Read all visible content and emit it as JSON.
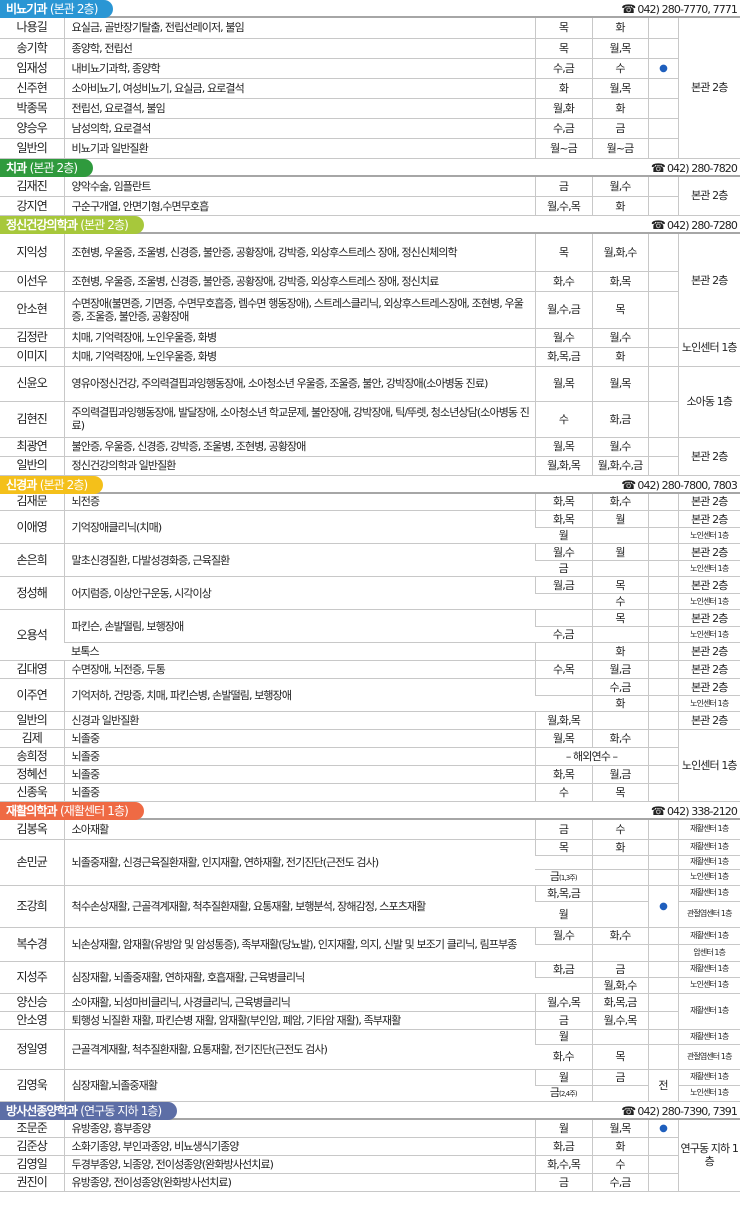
{
  "sections": [
    {
      "dept": "비뇨기과",
      "loc": "(본관 2층)",
      "phone": "042) 280-7770, 7771",
      "color": "#2a96d4",
      "place": "본관 2층",
      "rows": [
        {
          "name": "나용길",
          "spec": "요실금, 골반장기탈출, 전립선레이저, 불임",
          "am": "목",
          "pm": "화"
        },
        {
          "name": "송기학",
          "spec": "종양학, 전립선",
          "am": "목",
          "pm": "월,목"
        },
        {
          "name": "임재성",
          "spec": "내비뇨기과학, 종양학",
          "am": "수,금",
          "pm": "수",
          "dot": "●"
        },
        {
          "name": "신주현",
          "spec": "소아비뇨기, 여성비뇨기, 요실금, 요로결석",
          "am": "화",
          "pm": "월,목"
        },
        {
          "name": "박종목",
          "spec": "전립선, 요로결석, 불임",
          "am": "월,화",
          "pm": "화"
        },
        {
          "name": "양승우",
          "spec": "남성의학, 요로결석",
          "am": "수,금",
          "pm": "금"
        },
        {
          "name": "일반의",
          "spec": "비뇨기과 일반질환",
          "am": "월~금",
          "pm": "월~금"
        }
      ]
    },
    {
      "dept": "치과",
      "loc": "(본관 2층)",
      "phone": "042) 280-7820",
      "color": "#2f9a3d",
      "place": "본관 2층",
      "rows": [
        {
          "name": "김재진",
          "spec": "양악수술, 임플란트",
          "am": "금",
          "pm": "월,수"
        },
        {
          "name": "강지연",
          "spec": "구순구개열, 안면기형,수면무호흡",
          "am": "월,수,목",
          "pm": "화"
        }
      ]
    },
    {
      "dept": "정신건강의학과",
      "loc": "(본관 2층)",
      "phone": "042) 280-7280",
      "color": "#a7c83b",
      "rows": [
        {
          "name": "지익성",
          "spec": "조현병, 우울증, 조울병, 신경증, 불안증, 공황장애, 강박증, 외상후스트레스 장애, 정신신체의학",
          "am": "목",
          "pm": "월,화,수"
        },
        {
          "name": "이선우",
          "spec": "조현병, 우울증, 조울병, 신경증, 불안증, 공황장애, 강박증, 외상후스트레스 장애, 정신치료",
          "am": "화,수",
          "pm": "화,목"
        },
        {
          "name": "안소현",
          "spec": "수면장애(불면증, 기면증, 수면무호흡증, 렘수면 행동장애), 스트레스클리닉, 외상후스트레스장애, 조현병, 우울증, 조울증, 불안증, 공황장애",
          "am": "월,수,금",
          "pm": "목"
        },
        {
          "name": "김정란",
          "spec": "치매, 기억력장애, 노인우울증, 화병",
          "am": "월,수",
          "pm": "월,수"
        },
        {
          "name": "이미지",
          "spec": "치매, 기억력장애, 노인우울증, 화병",
          "am": "화,목,금",
          "pm": "화"
        },
        {
          "name": "신윤오",
          "spec": "영유아정신건강, 주의력결핍과잉행동장애, 소아청소년 우울증, 조울증, 불안, 강박장애(소아병동 진료)",
          "am": "월,목",
          "pm": "월,목"
        },
        {
          "name": "김현진",
          "spec": "주의력결핍과잉행동장애, 발달장애, 소아청소년 학교문제, 불안장애, 강박장애, 틱/뚜렛, 청소년상담(소아병동 진료)",
          "am": "수",
          "pm": "화,금"
        },
        {
          "name": "최광연",
          "spec": "불안증, 우울증, 신경증, 강박증, 조울병, 조현병, 공황장애",
          "am": "월,목",
          "pm": "월,수"
        },
        {
          "name": "일반의",
          "spec": "정신건강의학과 일반질환",
          "am": "월,화,목",
          "pm": "월,화,수,금"
        }
      ],
      "places": [
        "본관 2층",
        "노인센터 1층",
        "소아동 1층",
        "본관 2층"
      ]
    },
    {
      "dept": "신경과",
      "loc": "(본관 2층)",
      "phone": "042) 280-7800, 7803",
      "color": "#f4c01a",
      "rows": [
        {
          "name": "김재문",
          "spec": "뇌전증",
          "am": "화,목",
          "pm": "화,수",
          "place": "본관 2층"
        },
        {
          "name": "이애영",
          "spec": "기억장애클리닉(치매)",
          "am1": "화,목",
          "pm1": "월",
          "place1": "본관 2층",
          "am2": "월",
          "place2": "노인센터 1층"
        },
        {
          "name": "손은희",
          "spec": "말초신경질환, 다발성경화증, 근육질환",
          "am1": "월,수",
          "pm1": "월",
          "place1": "본관 2층",
          "am2": "금",
          "place2": "노인센터 1층"
        },
        {
          "name": "정성해",
          "spec": "어지럼증, 이상안구운동, 시각이상",
          "am1": "월,금",
          "pm1": "목",
          "place1": "본관 2층",
          "pm2": "수",
          "place2": "노인센터 1층"
        },
        {
          "name": "오용석",
          "spec1": "파킨슨, 손발떨림, 보행장애",
          "pm1": "목",
          "place1": "본관 2층",
          "am2": "수,금",
          "place2": "노인센터 1층",
          "spec2": "보톡스",
          "pm3": "화",
          "place3": "본관 2층"
        },
        {
          "name": "김대영",
          "spec": "수면장애, 뇌전증, 두통",
          "am": "수,목",
          "pm": "월,금",
          "place": "본관 2층"
        },
        {
          "name": "이주연",
          "spec": "기억저하, 건망증, 치매, 파킨슨병, 손발떨림, 보행장애",
          "pm1": "수,금",
          "place1": "본관 2층",
          "pm2": "화",
          "place2": "노인센터 1층"
        },
        {
          "name": "일반의",
          "spec": "신경과 일반질환",
          "am": "월,화,목",
          "place": "본관 2층"
        },
        {
          "name": "김제",
          "spec": "뇌졸중",
          "am": "월,목",
          "pm": "화,수"
        },
        {
          "name": "송희정",
          "spec": "뇌졸중",
          "merged": "– 해외연수 –"
        },
        {
          "name": "정혜선",
          "spec": "뇌졸중",
          "am": "화,목",
          "pm": "월,금"
        },
        {
          "name": "신종욱",
          "spec": "뇌졸중",
          "am": "수",
          "pm": "목"
        }
      ],
      "stroke_place": "노인센터 1층"
    },
    {
      "dept": "재활의학과",
      "loc": "(재활센터 1층)",
      "phone": "042) 338-2120",
      "color": "#ef6a44",
      "rows": [
        {
          "name": "김봉옥",
          "spec": "소아재활",
          "am": "금",
          "pm": "수",
          "place": "재활센터 1층"
        },
        {
          "name": "손민균",
          "spec": "뇌졸중재활, 신경근육질환재활, 인지재활, 연하재활, 전기진단(근전도 검사)",
          "am1": "목",
          "pm1": "화",
          "place1": "재활센터 1층",
          "place2": "재활센터 1층",
          "am3": "금",
          "am3_note": "(1,3주)",
          "place3": "노인센터 1층"
        },
        {
          "name": "조강희",
          "spec": "척수손상재활, 근골격계재활, 척추질환재활, 요통재활, 보행분석, 장해감정, 스포츠재활",
          "am1": "화,목,금",
          "place1": "재활센터 1층",
          "am2": "월",
          "dot": "●",
          "place2": "관절염센터 1층"
        },
        {
          "name": "복수경",
          "spec": "뇌손상재활, 암재활(유방암 및 암성통증), 족부재활(당뇨발), 인지재활, 의지, 신발 및 보조기 클리닉, 림프부종",
          "am1": "월,수",
          "pm1": "화,수",
          "place1": "재활센터 1층",
          "place2": "암센터 1층"
        },
        {
          "name": "지성주",
          "spec": "심장재활, 뇌졸중재활, 연하재활, 호흡재활, 근육병클리닉",
          "am1": "화,금",
          "pm1": "금",
          "place1": "재활센터 1층",
          "pm2": "월,화,수",
          "place2": "노인센터 1층"
        },
        {
          "name": "양신승",
          "spec": "소아재활, 뇌성마비클리닉, 사경클리닉, 근육병클리닉",
          "am": "월,수,목",
          "pm": "화,목,금"
        },
        {
          "name": "안소영",
          "spec": "퇴행성 뇌질환 재활, 파킨슨병 재활, 암재활(부인암, 폐암, 기타암 재활), 족부재활",
          "am": "금",
          "pm": "월,수,목"
        },
        {
          "name": "정일영",
          "spec": "근골격계재활, 척추질환재활, 요통재활, 전기진단(근전도 검사)",
          "am1": "월",
          "place1": "재활센터 1층",
          "am2": "화,수",
          "pm2": "목",
          "place2": "관절염센터 1층"
        },
        {
          "name": "김영욱",
          "spec": "심장재활,뇌졸중재활",
          "am1": "월",
          "pm1": "금",
          "note": "전",
          "place1": "재활센터 1층",
          "am2": "금",
          "am2_note": "(2,4주)",
          "place2": "노인센터 1층"
        }
      ],
      "shared_place": "재활센터 1층"
    },
    {
      "dept": "방사선종양학과",
      "loc": "(연구동 지하 1층)",
      "phone": "042) 280-7390, 7391",
      "color": "#5d6ea6",
      "place": "연구동 지하 1층",
      "rows": [
        {
          "name": "조문준",
          "spec": "유방종양, 흉부종양",
          "am": "월",
          "pm": "월,목",
          "dot": "●"
        },
        {
          "name": "김준상",
          "spec": "소화기종양, 부인과종양, 비뇨생식기종양",
          "am": "화,금",
          "pm": "화"
        },
        {
          "name": "김영일",
          "spec": "두경부종양, 뇌종양, 전이성종양(완화방사선치료)",
          "am": "화,수,목",
          "pm": "수"
        },
        {
          "name": "권진이",
          "spec": "유방종양, 전이성종양(완화방사선치료)",
          "am": "금",
          "pm": "수,금"
        }
      ]
    }
  ]
}
